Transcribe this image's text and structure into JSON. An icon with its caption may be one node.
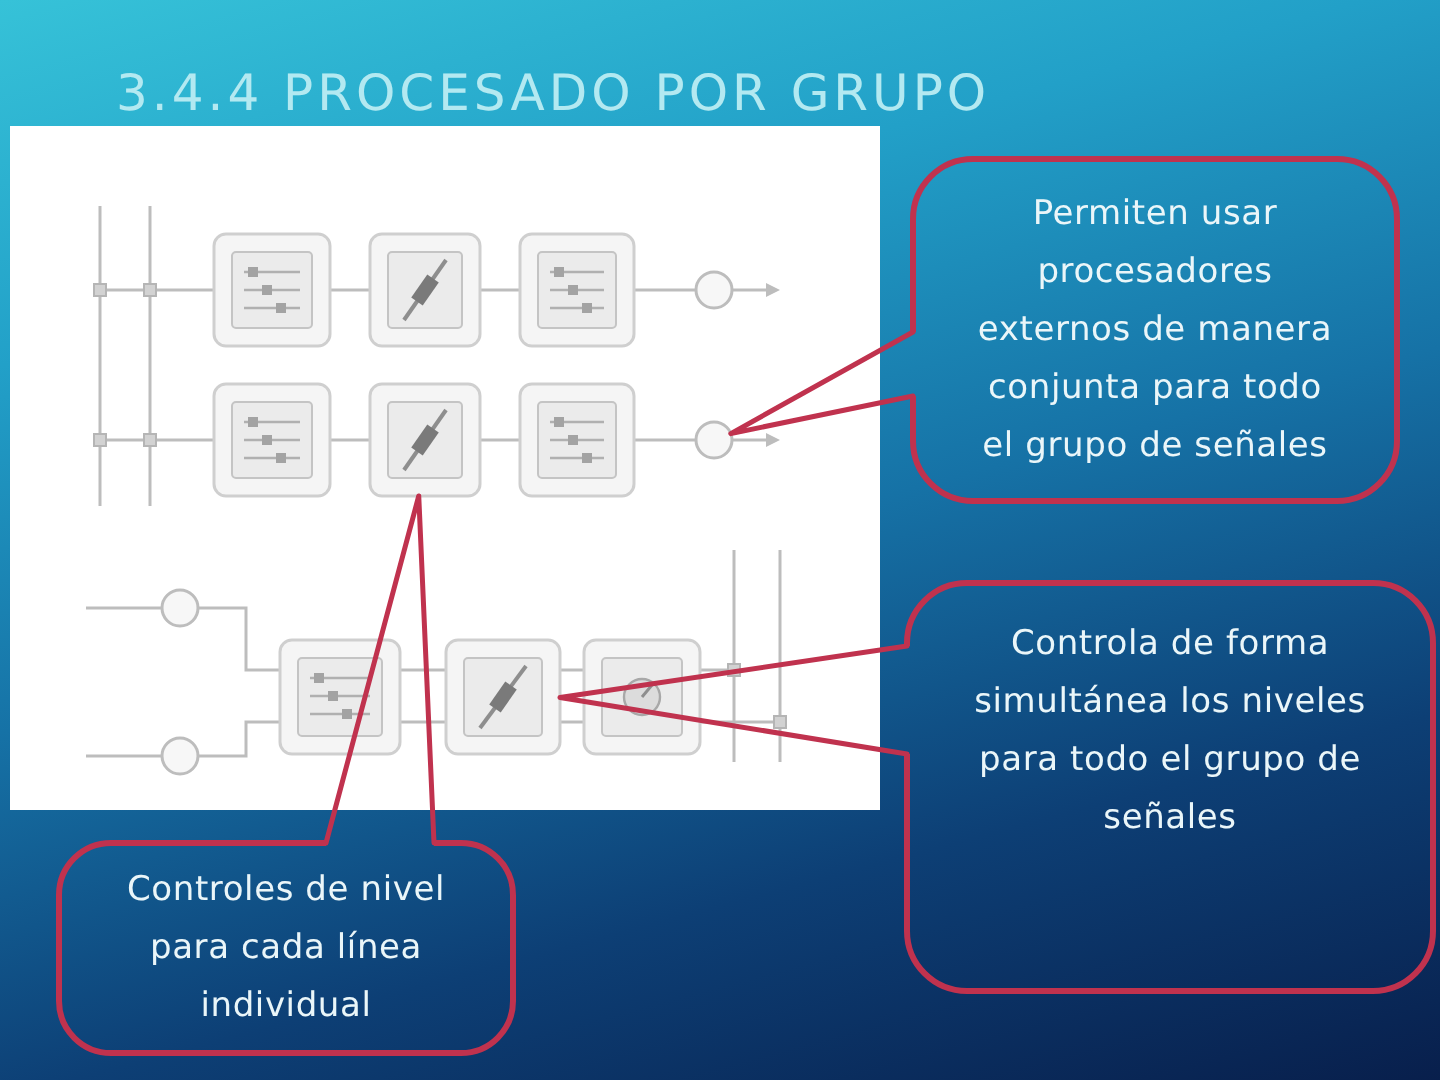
{
  "diagram": {
    "title": "3.4.4 PROCESADO POR GRUPO",
    "nodes": [
      {
        "text": [],
        "shape": "picture"
      },
      {
        "text": [],
        "shape": "box",
        "in": 0
      },
      {
        "text": [],
        "shape": "circle",
        "in": 0
      },
      {
        "text": [],
        "shape": "box",
        "in": 0
      },
      {
        "text": [
          "Permiten usar procesadores externos de manera conjunta para todo el grupo de señales"
        ]
      },
      {
        "text": [
          "Controla de forma simultánea los niveles para todo el grupo de señales"
        ]
      },
      {
        "text": [
          "Controles de nivel para cada línea individual"
        ]
      }
    ],
    "edges": [
      {
        "from": 4,
        "to": 2,
        "arrow": "none"
      },
      {
        "from": 5,
        "to": 3,
        "arrow": "none"
      },
      {
        "from": 6,
        "to": 1,
        "arrow": "none"
      }
    ]
  }
}
